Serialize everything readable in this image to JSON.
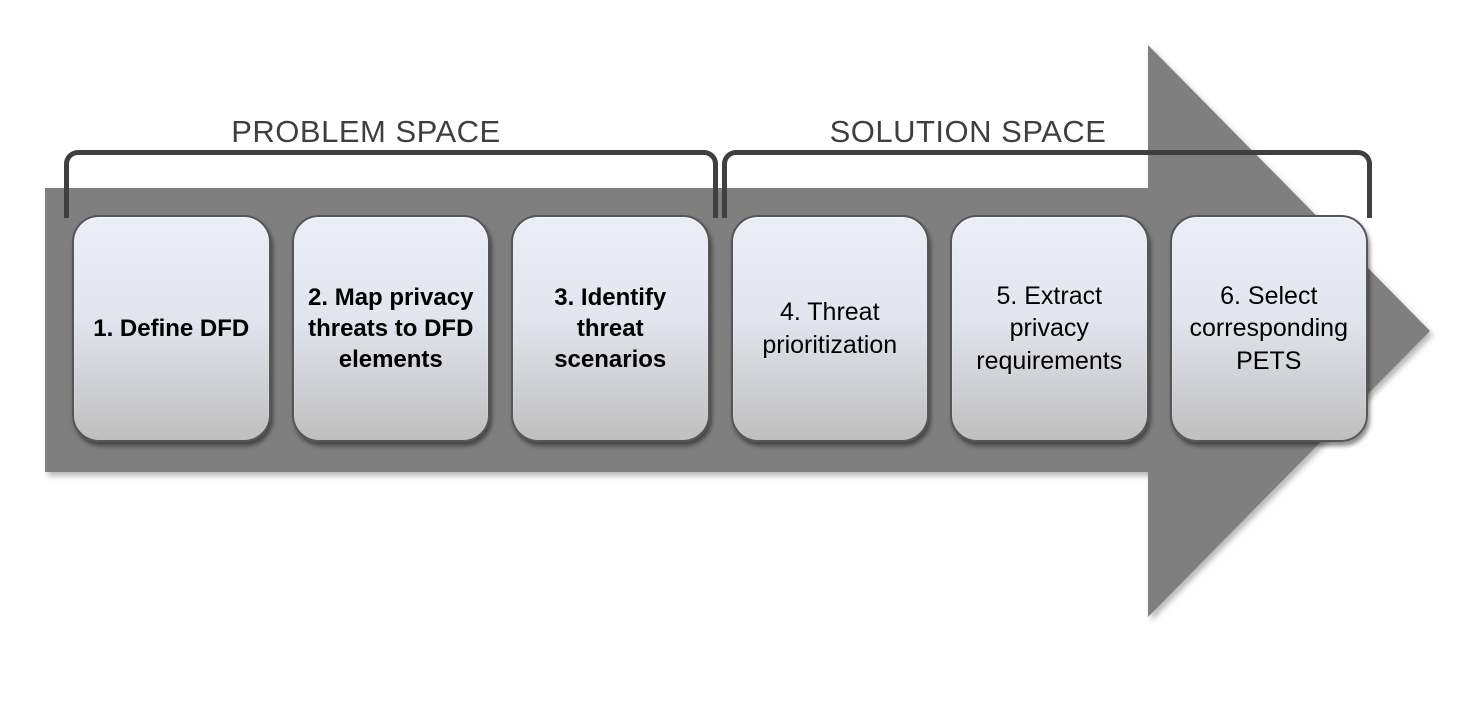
{
  "diagram": {
    "title_semantics": "Privacy threat modeling process flow",
    "problem_space_label": "PROBLEM SPACE",
    "solution_space_label": "SOLUTION SPACE",
    "steps": [
      {
        "label": "1. Define DFD",
        "space": "problem",
        "emphasis": "bold"
      },
      {
        "label": "2. Map privacy threats to DFD elements",
        "space": "problem",
        "emphasis": "bold"
      },
      {
        "label": "3. Identify threat scenarios",
        "space": "problem",
        "emphasis": "bold"
      },
      {
        "label": "4. Threat prioritization",
        "space": "solution",
        "emphasis": "regular"
      },
      {
        "label": "5. Extract privacy requirements",
        "space": "solution",
        "emphasis": "regular"
      },
      {
        "label": "6. Select corresponding PETS",
        "space": "solution",
        "emphasis": "regular"
      }
    ],
    "colors": {
      "arrow": "#7f7f7f",
      "bracket": "#3f3f3f",
      "label_text": "#3f3f3f",
      "box_gradient_top": "#ebeef6",
      "box_gradient_mid": "#e2e5ee",
      "box_gradient_bottom": "#bfbfbf",
      "step_text": "#000000"
    }
  }
}
